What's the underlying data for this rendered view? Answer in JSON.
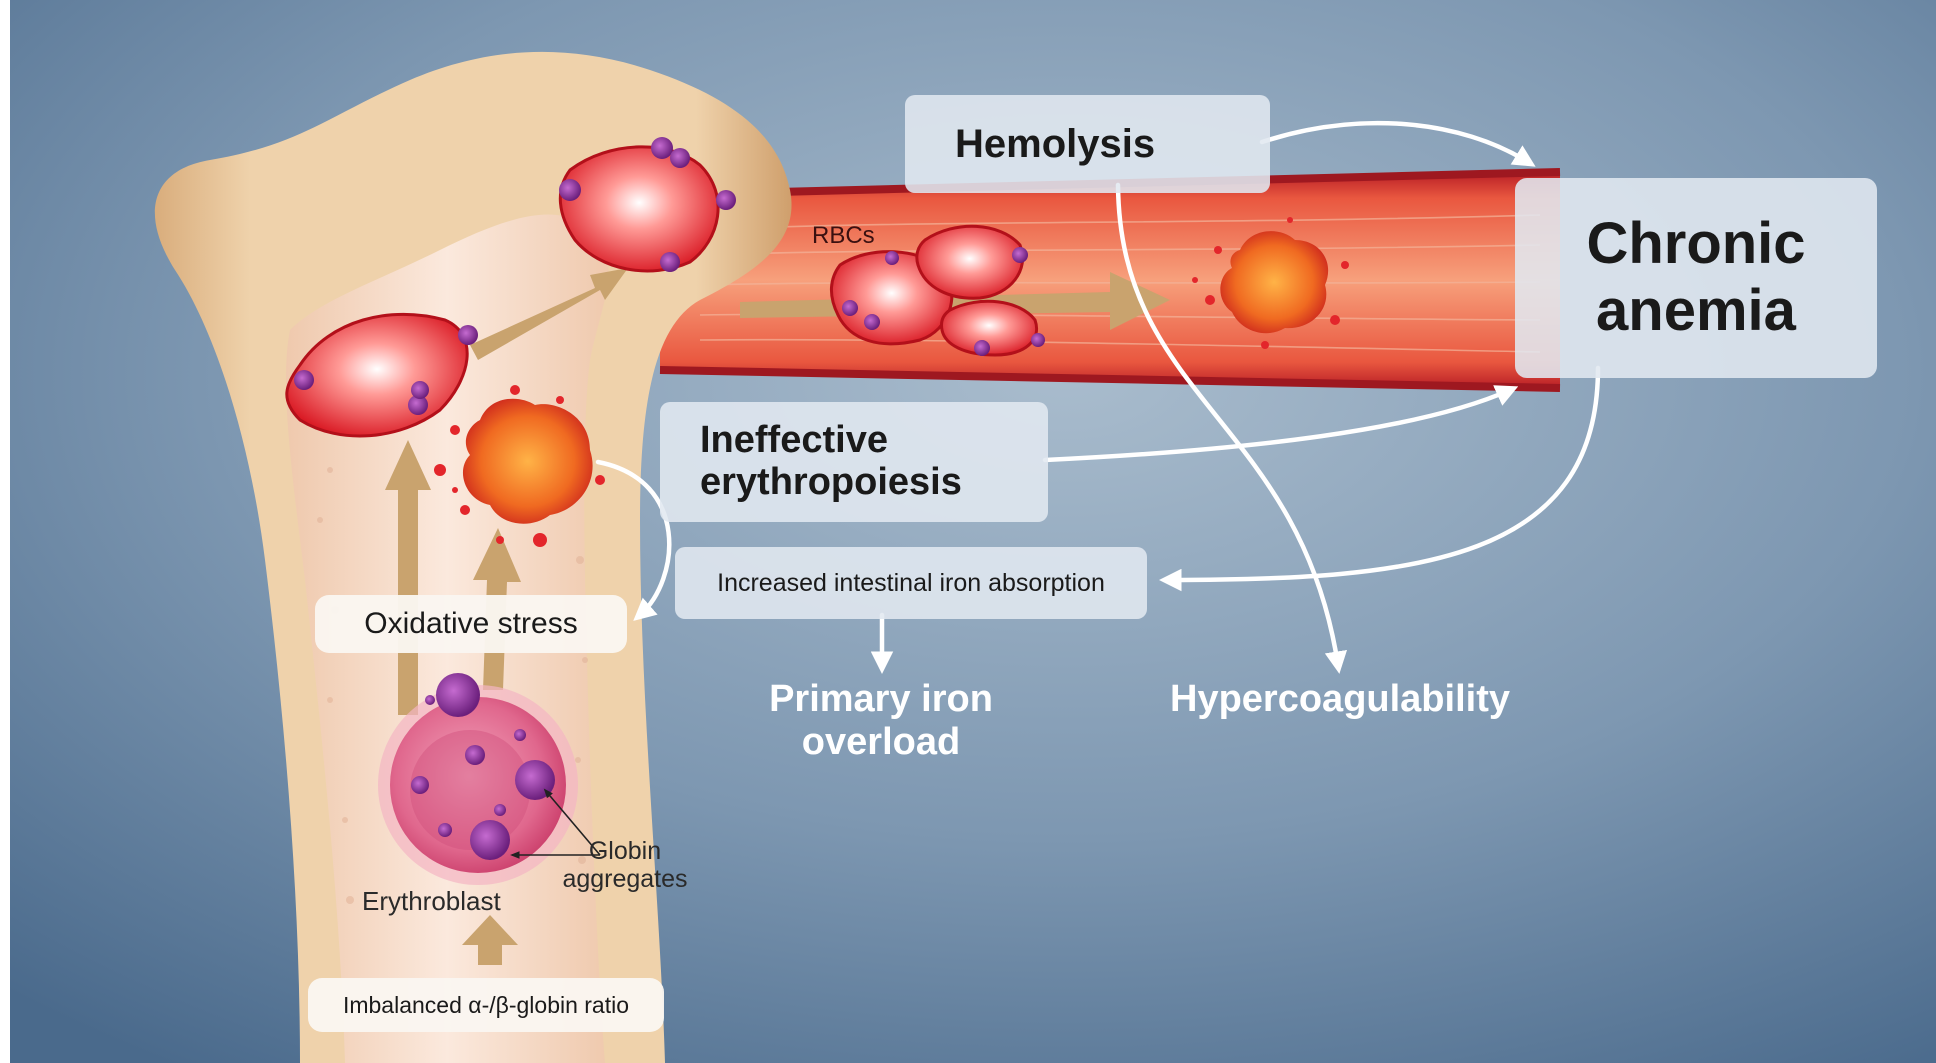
{
  "labels": {
    "hemolysis": "Hemolysis",
    "chronic_anemia_line1": "Chronic",
    "chronic_anemia_line2": "anemia",
    "rbcs": "RBCs",
    "ineffective_line1": "Ineffective",
    "ineffective_line2": "erythropoiesis",
    "iron_absorption": "Increased intestinal iron absorption",
    "oxidative_stress": "Oxidative stress",
    "primary_iron_line1": "Primary iron",
    "primary_iron_line2": "overload",
    "hypercoagulability": "Hypercoagulability",
    "globin_line1": "Globin",
    "globin_line2": "aggregates",
    "erythroblast": "Erythroblast",
    "imbalanced_ratio": "Imbalanced α-/β-globin ratio"
  },
  "colors": {
    "background_dark": "#4a6a8c",
    "background_light": "#a9bccd",
    "bone": "#e9c9a0",
    "marrow": "#f6dcc8",
    "vessel": "#c8232b",
    "rbc": "#e8202a",
    "arrow_tan": "#c9a36e",
    "arrow_white": "#ffffff"
  }
}
